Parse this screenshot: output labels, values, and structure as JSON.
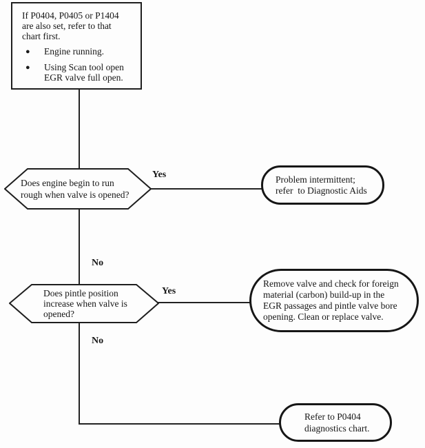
{
  "colors": {
    "ink": "#1b1b1b",
    "paper": "#fdfdfd"
  },
  "flowchart": {
    "start_box": {
      "intro": "If P0404, P0405 or P1404\nare also set, refer to that\nchart first.",
      "bullet_icon": "●",
      "bullets": [
        "Engine running.",
        "Using Scan tool open\nEGR valve full open."
      ]
    },
    "decision_engine_rough": {
      "question": "Does engine begin to run\nrough when valve is opened?",
      "yes_label": "Yes",
      "no_label": "No"
    },
    "outcome_intermittent": "Problem intermittent;\nrefer  to Diagnostic Aids",
    "decision_pintle_position": {
      "question": "Does pintle position\nincrease when valve is\nopened?",
      "yes_label": "Yes",
      "no_label": "No"
    },
    "outcome_remove_valve": "Remove valve and check for foreign\nmaterial (carbon) build-up in the\nEGR passages and pintle valve bore\nopening. Clean or replace valve.",
    "outcome_refer_p0404": "Refer to P0404\ndiagnostics chart."
  }
}
